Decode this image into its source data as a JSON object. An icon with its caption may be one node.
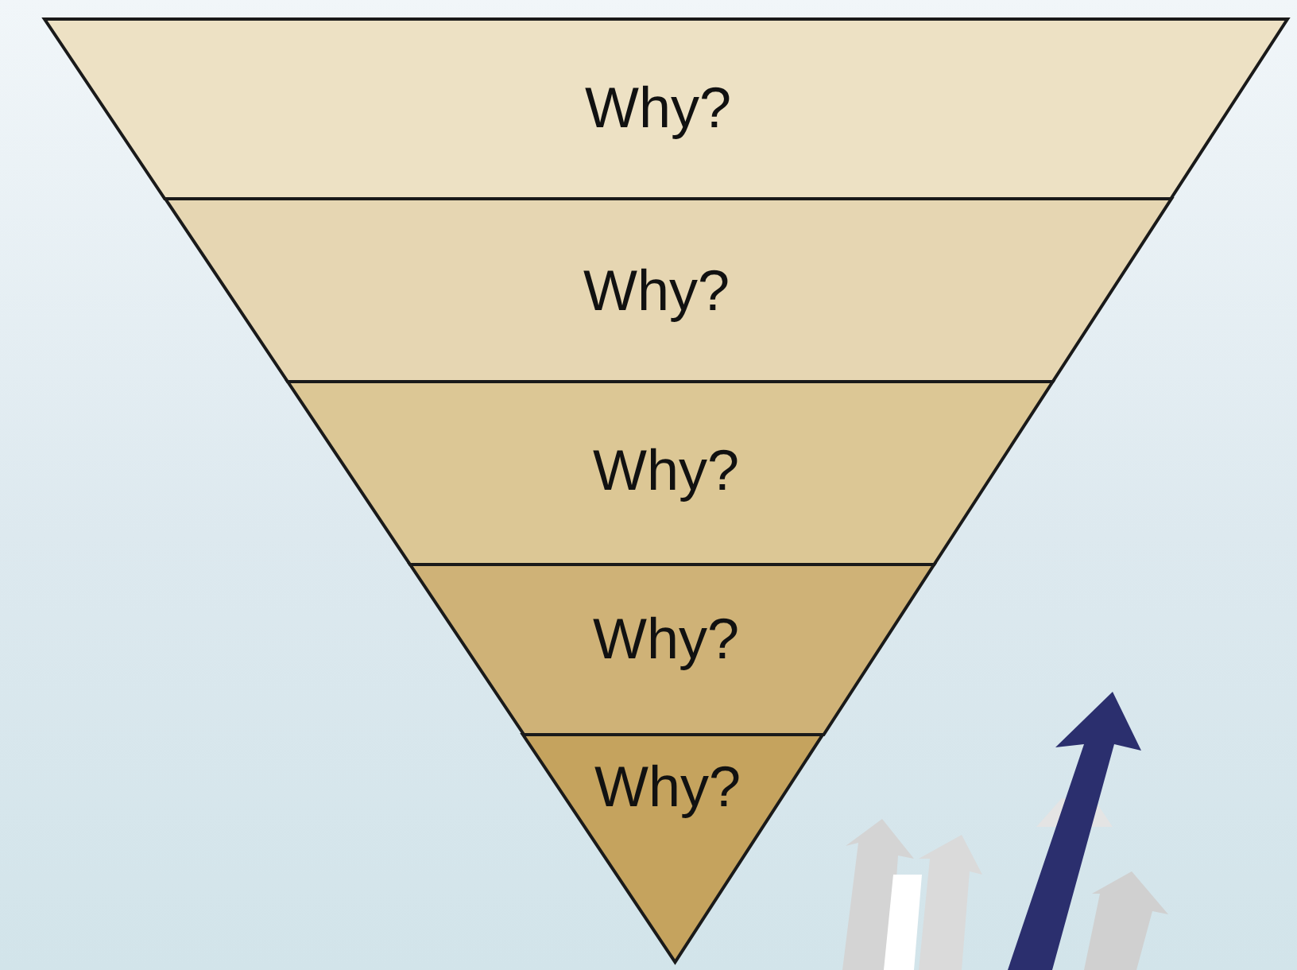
{
  "diagram": {
    "nodes": [
      {
        "text": [
          "Why?"
        ]
      },
      {
        "text": [
          "Why?"
        ]
      },
      {
        "text": [
          "Why?"
        ]
      },
      {
        "text": [
          "Why?"
        ]
      },
      {
        "text": [
          "Why?"
        ]
      }
    ]
  }
}
